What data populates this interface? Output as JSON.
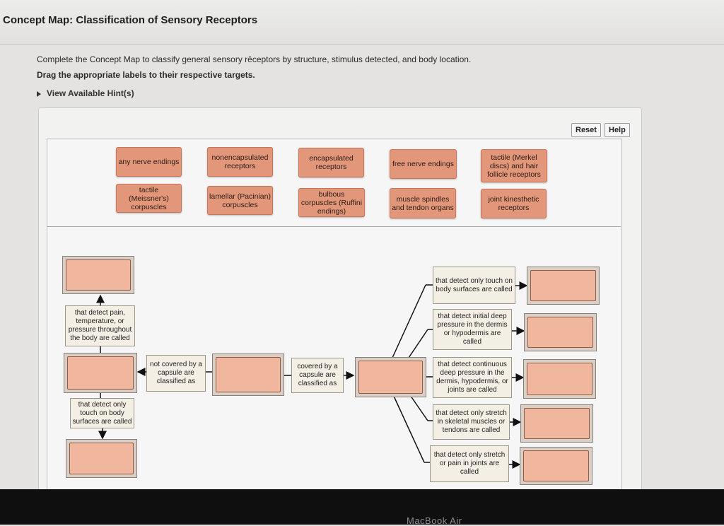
{
  "header": {
    "title": "Concept Map: Classification of Sensory Receptors"
  },
  "instructions": {
    "line1": "Complete the Concept Map to classify general sensory rêceptors by structure, stimulus detected, and body location.",
    "line2": "Drag the appropriate labels to their respective targets.",
    "hint": "View Available Hint(s)"
  },
  "toolbar": {
    "reset_label": "Reset",
    "help_label": "Help"
  },
  "labels": [
    "any nerve endings",
    "nonencapsulated receptors",
    "encapsulated receptors",
    "free nerve endings",
    "tactile (Merkel discs) and hair follicle receptors",
    "tactile (Meissner's) corpuscles",
    "lamellar (Pacinian) corpuscles",
    "bulbous corpuscles (Ruffini endings)",
    "muscle spindles and tendon organs",
    "joint kinesthetic receptors"
  ],
  "phrases": {
    "pain": "that detect pain, temperature, or pressure throughout the body are called",
    "touch_left": "that detect only touch on body surfaces are called",
    "not_covered": "not covered by a capsule are classified as",
    "covered": "covered by a capsule are classified as",
    "touch_right": "that detect only touch on body surfaces are called",
    "initial": "that detect initial deep pressure in the dermis or hypodermis are called",
    "continuous": "that detect continuous deep pressure in the dermis, hypodermis, or joints are called",
    "stretch": "that detect only stretch in skeletal muscles or tendons are called",
    "joints": "that detect only stretch or pain in joints are called"
  },
  "footer": {
    "device": "MacBook Air"
  }
}
